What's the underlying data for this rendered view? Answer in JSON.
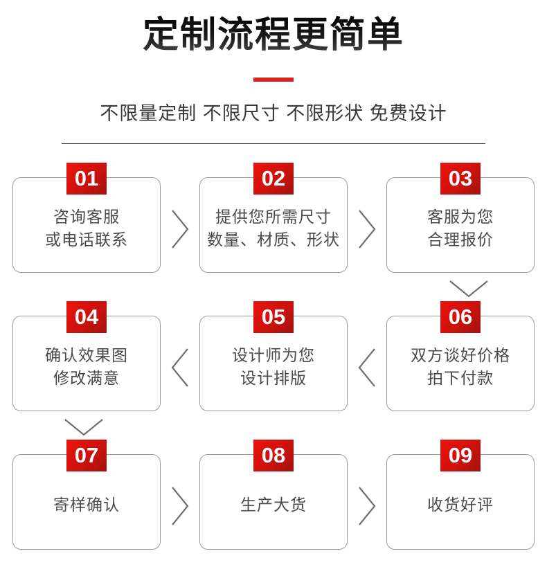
{
  "header": {
    "title": "定制流程更简单",
    "subtitle": "不限量定制 不限尺寸 不限形状 免费设计",
    "accent_color": "#d9231e",
    "title_color": "#1d1d1d",
    "subtitle_color": "#3a3a3a"
  },
  "theme": {
    "badge_color_start": "#ea140d",
    "badge_color_end": "#a4130f",
    "card_border_color": "#9c9c9c",
    "arrow_color": "#6e6e6e",
    "background": "#ffffff"
  },
  "flow": {
    "rows": [
      {
        "direction": "right",
        "steps": [
          {
            "number": "01",
            "lines": [
              "咨询客服",
              "或电话联系"
            ]
          },
          {
            "number": "02",
            "lines": [
              "提供您所需尺寸",
              "数量、材质、形状"
            ]
          },
          {
            "number": "03",
            "lines": [
              "客服为您",
              "合理报价"
            ]
          }
        ],
        "arrows": [
          "chevron-right-icon",
          "chevron-right-icon"
        ]
      },
      {
        "direction": "left",
        "steps": [
          {
            "number": "04",
            "lines": [
              "确认效果图",
              "修改满意"
            ]
          },
          {
            "number": "05",
            "lines": [
              "设计师为您",
              "设计排版"
            ]
          },
          {
            "number": "06",
            "lines": [
              "双方谈好价格",
              "拍下付款"
            ]
          }
        ],
        "arrows": [
          "chevron-left-icon",
          "chevron-left-icon"
        ]
      },
      {
        "direction": "right",
        "steps": [
          {
            "number": "07",
            "lines": [
              "寄样确认"
            ]
          },
          {
            "number": "08",
            "lines": [
              "生产大货"
            ]
          },
          {
            "number": "09",
            "lines": [
              "收货好评"
            ]
          }
        ],
        "arrows": [
          "chevron-right-icon",
          "chevron-right-icon"
        ]
      }
    ],
    "row_connectors": [
      {
        "icon": "chevron-down-icon",
        "side": "right",
        "from": "03",
        "to": "06"
      },
      {
        "icon": "chevron-down-icon",
        "side": "left",
        "from": "04",
        "to": "07"
      }
    ]
  }
}
